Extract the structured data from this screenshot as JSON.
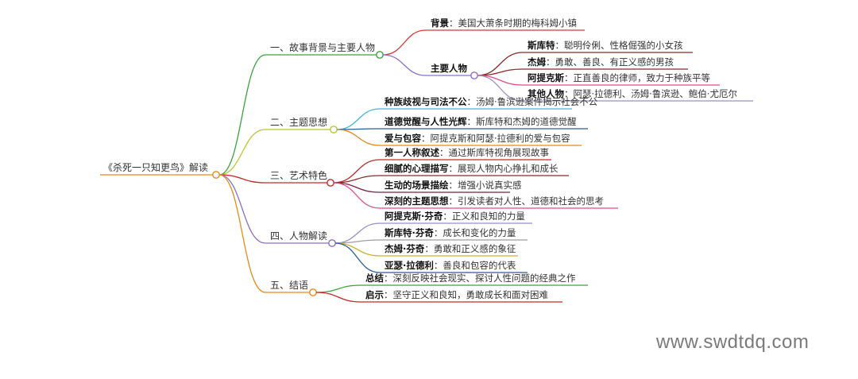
{
  "root": {
    "label": "《杀死一只知更鸟》解读"
  },
  "colors": {
    "root": "#e8891b",
    "b1": "#3aa43a",
    "b2": "#b9c62a",
    "b3": "#c62a2a",
    "b4": "#8a6fc9",
    "b5": "#e8891b"
  },
  "branches": [
    {
      "label": "一、故事背景与主要人物",
      "children": [
        {
          "key": "背景",
          "text": "美国大萧条时期的梅科姆小镇",
          "color": "#d23a3a"
        },
        {
          "key": "主要人物",
          "text": "",
          "color": "#8a6fc9",
          "children": [
            {
              "key": "斯库特",
              "text": "聪明伶俐、性格倔强的小女孩",
              "color": "#8b2b2b"
            },
            {
              "key": "杰姆",
              "text": "勇敢、善良、有正义感的男孩",
              "color": "#8b2b2b"
            },
            {
              "key": "阿提克斯",
              "text": "正直善良的律师，致力于种族平等",
              "color": "#e04b8a"
            },
            {
              "key": "其他人物",
              "text": "阿瑟·拉德利、汤姆·鲁滨逊、鲍伯·尤厄尔",
              "color": "#9a8fc4"
            }
          ]
        }
      ]
    },
    {
      "label": "二、主题思想",
      "children": [
        {
          "key": "种族歧视与司法不公",
          "text": "汤姆·鲁滨逊案件揭示社会不公",
          "color": "#3db9d6"
        },
        {
          "key": "道德觉醒与人性光辉",
          "text": "斯库特和杰姆的道德觉醒",
          "color": "#2a5a9e"
        },
        {
          "key": "爱与包容",
          "text": "阿提克斯和阿瑟·拉德利的爱与包容",
          "color": "#e8891b"
        }
      ]
    },
    {
      "label": "三、艺术特色",
      "children": [
        {
          "key": "第一人称叙述",
          "text": "通过斯库特视角展现故事",
          "color": "#c62a2a"
        },
        {
          "key": "细腻的心理描写",
          "text": "展现人物内心挣扎和成长",
          "color": "#8b2b2b"
        },
        {
          "key": "生动的场景描绘",
          "text": "增强小说真实感",
          "color": "#7a1f3f"
        },
        {
          "key": "深刻的主题思想",
          "text": "引发读者对人性、道德和社会的思考",
          "color": "#e04b8a"
        }
      ]
    },
    {
      "label": "四、人物解读",
      "children": [
        {
          "key": "阿提克斯·芬奇",
          "text": "正义和良知的力量",
          "color": "#9a8fc4"
        },
        {
          "key": "斯库特·芬奇",
          "text": "成长和变化的力量",
          "color": "#9e9e9e"
        },
        {
          "key": "杰姆·芬奇",
          "text": "勇敢和正义感的象征",
          "color": "#c9b32a"
        },
        {
          "key": "亚瑟·拉德利",
          "text": "善良和包容的代表",
          "color": "#2a5a9e"
        }
      ]
    },
    {
      "label": "五、结语",
      "children": [
        {
          "key": "总结",
          "text": "深刻反映社会现实、探讨人性问题的经典之作",
          "color": "#3aa43a"
        },
        {
          "key": "启示",
          "text": "坚守正义和良知，勇敢成长和面对困难",
          "color": "#c62a2a"
        }
      ]
    }
  ],
  "watermark": "www.swdtdq.com"
}
